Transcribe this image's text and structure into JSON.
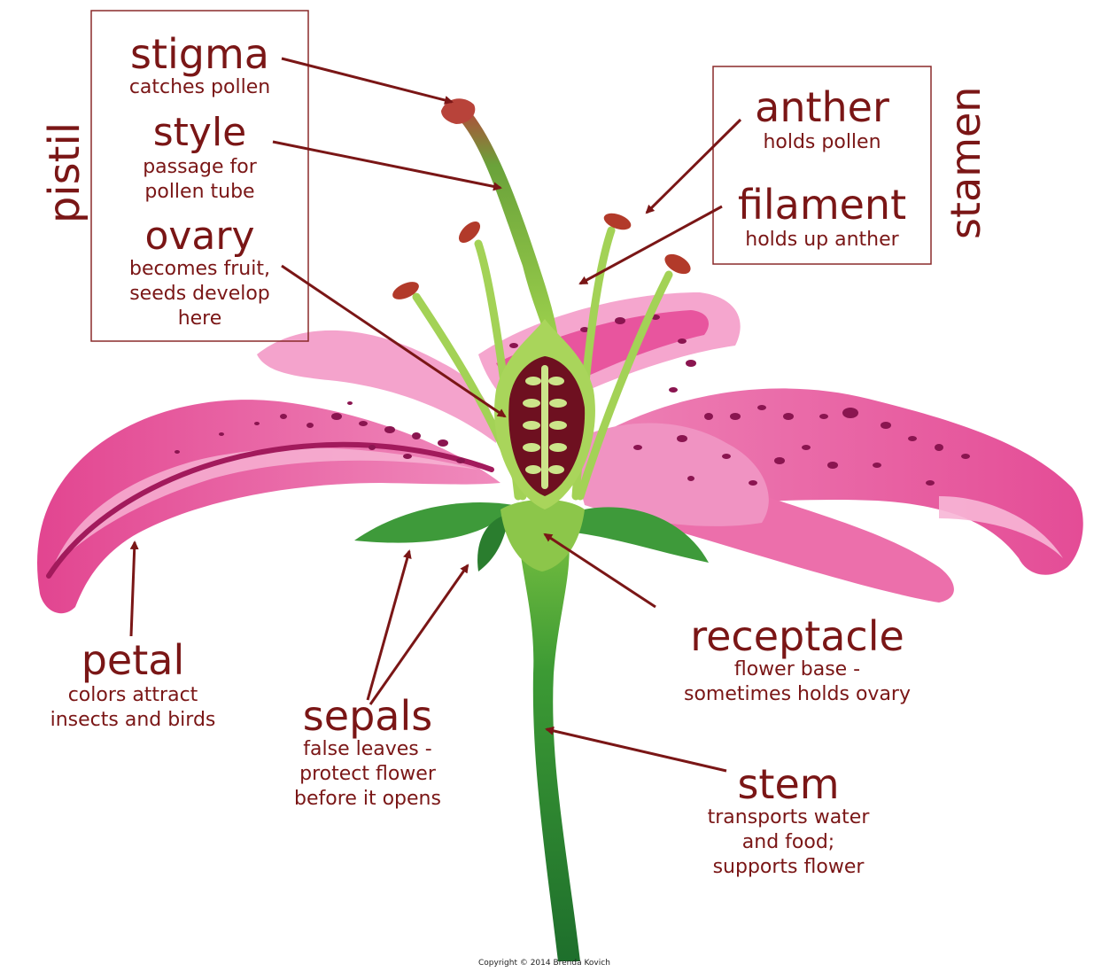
{
  "groups": {
    "pistil": "pistil",
    "stamen": "stamen"
  },
  "labels": {
    "stigma": {
      "title": "stigma",
      "desc": [
        "catches pollen"
      ]
    },
    "style": {
      "title": "style",
      "desc": [
        "passage for",
        "pollen tube"
      ]
    },
    "ovary": {
      "title": "ovary",
      "desc": [
        "becomes fruit,",
        "seeds develop",
        "here"
      ]
    },
    "anther": {
      "title": "anther",
      "desc": [
        "holds pollen"
      ]
    },
    "filament": {
      "title": "filament",
      "desc": [
        "holds up anther"
      ]
    },
    "petal": {
      "title": "petal",
      "desc": [
        "colors attract",
        "insects and birds"
      ]
    },
    "sepals": {
      "title": "sepals",
      "desc": [
        "false leaves -",
        "protect flower",
        "before it opens"
      ]
    },
    "receptacle": {
      "title": "receptacle",
      "desc": [
        "flower base -",
        "sometimes holds ovary"
      ]
    },
    "stem": {
      "title": "stem",
      "desc": [
        "transports water",
        "and food;",
        "supports flower"
      ]
    }
  },
  "copyright": "Copyright © 2014 Brenda Kovich",
  "colors": {
    "label_text": "#7a1616",
    "arrow": "#7a1616",
    "petal_pink": "#e8559e",
    "petal_light": "#f4a3cc",
    "spots": "#8a1550",
    "stem_green": "#2f8a2f",
    "light_green": "#9fd04a",
    "ovary_dark": "#6e1020",
    "anther_red": "#b23a2a"
  }
}
